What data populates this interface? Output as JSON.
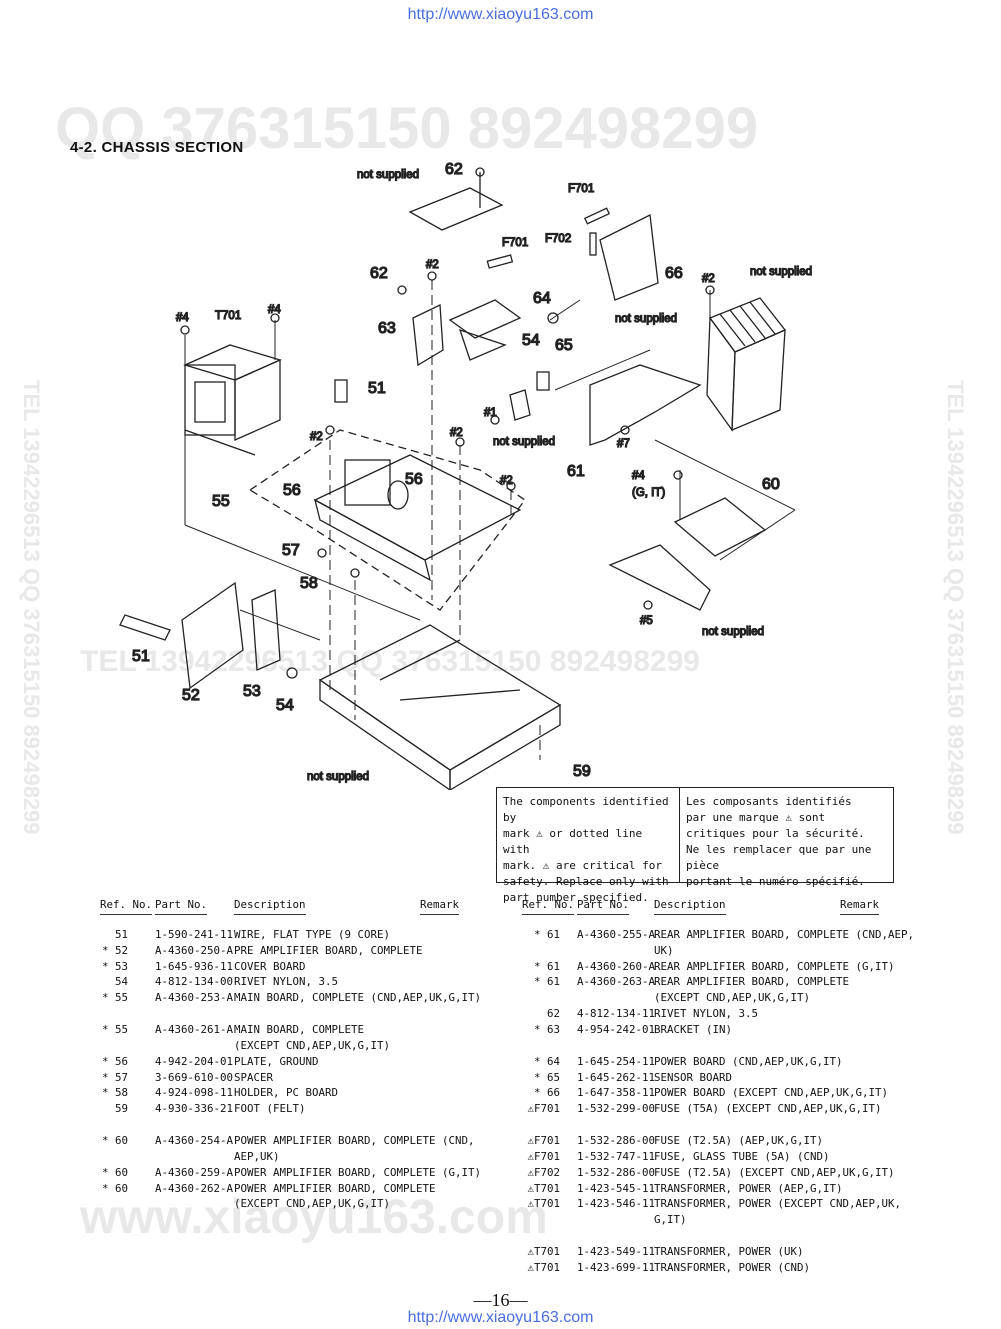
{
  "watermark": {
    "url_top": "http://www.xiaoyu163.com",
    "url_bottom": "http://www.xiaoyu163.com",
    "qq_banner": "QQ 376315150     892498299",
    "mid_banner": "TEL 13942296513   QQ 376315150  892498299",
    "side_banner": "TEL 13942296513  QQ 376315150  892498299",
    "bottom_banner": "www.xiaoyu163.com"
  },
  "section_title": "4-2.  CHASSIS SECTION",
  "diagram_labels": {
    "ns1": "not supplied",
    "n62a": "62",
    "f701a": "F701",
    "f701b": "F701",
    "f702": "F702",
    "n66": "66",
    "s2a": "#2",
    "ns2": "not supplied",
    "n62b": "62",
    "s2b": "#2",
    "n64": "64",
    "ns3": "not supplied",
    "s4a": "#4",
    "t701": "T701",
    "s4b": "#4",
    "n63": "63",
    "n54a": "54",
    "n65": "65",
    "n51a": "51",
    "s1": "#1",
    "ns4": "not supplied",
    "s2c": "#2",
    "s2d": "#2",
    "s7": "#7",
    "n56a": "56",
    "n56b": "56",
    "n61": "61",
    "s4c": "#4",
    "git": "(G, IT)",
    "n60": "60",
    "n55": "55",
    "s2e": "#2",
    "n57": "57",
    "n58": "58",
    "s5": "#5",
    "ns5": "not supplied",
    "n51b": "51",
    "n52": "52",
    "n53": "53",
    "n54b": "54",
    "n59": "59",
    "ns6": "not supplied"
  },
  "notice": {
    "en": "The components identified by\nmark ⚠ or dotted line with\nmark. ⚠ are critical for\nsafety. Replace only with\npart number specified.",
    "fr": "Les composants identifiés\npar une marque ⚠ sont\ncritiques pour la sécurité.\nNe les remplacer que par une pièce\nportant le numéro spécifié."
  },
  "table_headers": {
    "ref": "Ref. No.",
    "part": "Part No.",
    "desc": "Description",
    "remark": "Remark"
  },
  "parts_left": [
    {
      "ref": "51",
      "part": "1-590-241-11",
      "desc": "WIRE, FLAT TYPE (9 CORE)"
    },
    {
      "ref": "* 52",
      "part": "A-4360-250-A",
      "desc": "PRE AMPLIFIER BOARD, COMPLETE"
    },
    {
      "ref": "* 53",
      "part": "1-645-936-11",
      "desc": "COVER BOARD"
    },
    {
      "ref": "54",
      "part": "4-812-134-00",
      "desc": "RIVET NYLON, 3.5"
    },
    {
      "ref": "* 55",
      "part": "A-4360-253-A",
      "desc": "MAIN BOARD, COMPLETE (CND,AEP,UK,G,IT)",
      "gap": true
    },
    {
      "ref": "* 55",
      "part": "A-4360-261-A",
      "desc": "MAIN BOARD, COMPLETE"
    },
    {
      "ref": "",
      "part": "",
      "desc": "(EXCEPT CND,AEP,UK,G,IT)"
    },
    {
      "ref": "* 56",
      "part": "4-942-204-01",
      "desc": "PLATE, GROUND"
    },
    {
      "ref": "* 57",
      "part": "3-669-610-00",
      "desc": "SPACER"
    },
    {
      "ref": "* 58",
      "part": "4-924-098-11",
      "desc": "HOLDER, PC BOARD"
    },
    {
      "ref": "59",
      "part": "4-930-336-21",
      "desc": "FOOT (FELT)",
      "gap": true
    },
    {
      "ref": "* 60",
      "part": "A-4360-254-A",
      "desc": "POWER AMPLIFIER BOARD, COMPLETE (CND,"
    },
    {
      "ref": "",
      "part": "",
      "desc": "AEP,UK)"
    },
    {
      "ref": "* 60",
      "part": "A-4360-259-A",
      "desc": "POWER AMPLIFIER BOARD, COMPLETE (G,IT)"
    },
    {
      "ref": "* 60",
      "part": "A-4360-262-A",
      "desc": "POWER AMPLIFIER BOARD, COMPLETE"
    },
    {
      "ref": "",
      "part": "",
      "desc": "(EXCEPT CND,AEP,UK,G,IT)"
    }
  ],
  "parts_right": [
    {
      "ref": "* 61",
      "part": "A-4360-255-A",
      "desc": "REAR AMPLIFIER BOARD, COMPLETE (CND,AEP,"
    },
    {
      "ref": "",
      "part": "",
      "desc": "UK)"
    },
    {
      "ref": "* 61",
      "part": "A-4360-260-A",
      "desc": "REAR AMPLIFIER BOARD, COMPLETE (G,IT)"
    },
    {
      "ref": "* 61",
      "part": "A-4360-263-A",
      "desc": "REAR AMPLIFIER BOARD, COMPLETE"
    },
    {
      "ref": "",
      "part": "",
      "desc": "(EXCEPT CND,AEP,UK,G,IT)"
    },
    {
      "ref": "62",
      "part": "4-812-134-11",
      "desc": "RIVET NYLON, 3.5"
    },
    {
      "ref": "* 63",
      "part": "4-954-242-01",
      "desc": "BRACKET (IN)",
      "gap": true
    },
    {
      "ref": "* 64",
      "part": "1-645-254-11",
      "desc": "POWER BOARD (CND,AEP,UK,G,IT)"
    },
    {
      "ref": "* 65",
      "part": "1-645-262-11",
      "desc": "SENSOR BOARD"
    },
    {
      "ref": "* 66",
      "part": "1-647-358-11",
      "desc": "POWER BOARD (EXCEPT CND,AEP,UK,G,IT)"
    },
    {
      "ref": "⚠F701",
      "part": "1-532-299-00",
      "desc": "FUSE (T5A) (EXCEPT CND,AEP,UK,G,IT)",
      "gap": true
    },
    {
      "ref": "⚠F701",
      "part": "1-532-286-00",
      "desc": "FUSE (T2.5A) (AEP,UK,G,IT)"
    },
    {
      "ref": "⚠F701",
      "part": "1-532-747-11",
      "desc": "FUSE, GLASS TUBE (5A) (CND)"
    },
    {
      "ref": "⚠F702",
      "part": "1-532-286-00",
      "desc": "FUSE (T2.5A) (EXCEPT CND,AEP,UK,G,IT)"
    },
    {
      "ref": "⚠T701",
      "part": "1-423-545-11",
      "desc": "TRANSFORMER, POWER (AEP,G,IT)"
    },
    {
      "ref": "⚠T701",
      "part": "1-423-546-11",
      "desc": "TRANSFORMER, POWER (EXCEPT CND,AEP,UK,"
    },
    {
      "ref": "",
      "part": "",
      "desc": "G,IT)",
      "gap": true
    },
    {
      "ref": "⚠T701",
      "part": "1-423-549-11",
      "desc": "TRANSFORMER, POWER (UK)"
    },
    {
      "ref": "⚠T701",
      "part": "1-423-699-11",
      "desc": "TRANSFORMER, POWER (CND)"
    }
  ],
  "page_number": "—16—"
}
